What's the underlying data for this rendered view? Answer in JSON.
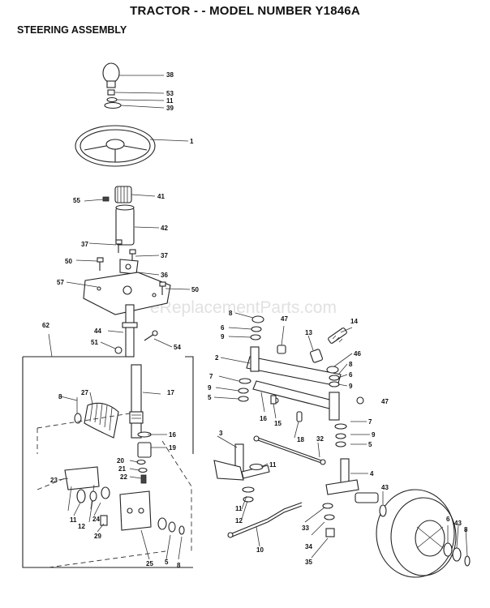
{
  "title": "TRACTOR - - MODEL NUMBER Y1846A",
  "section": "STEERING ASSEMBLY",
  "watermark": "eReplacementParts.com",
  "callouts": [
    {
      "id": "38",
      "label": "38"
    },
    {
      "id": "53",
      "label": "53"
    },
    {
      "id": "11a",
      "label": "11"
    },
    {
      "id": "39",
      "label": "39"
    },
    {
      "id": "1",
      "label": "1"
    },
    {
      "id": "55",
      "label": "55"
    },
    {
      "id": "41",
      "label": "41"
    },
    {
      "id": "42",
      "label": "42"
    },
    {
      "id": "37a",
      "label": "37"
    },
    {
      "id": "37b",
      "label": "37"
    },
    {
      "id": "50a",
      "label": "50"
    },
    {
      "id": "36",
      "label": "36"
    },
    {
      "id": "57",
      "label": "57"
    },
    {
      "id": "50b",
      "label": "50"
    },
    {
      "id": "62",
      "label": "62"
    },
    {
      "id": "44",
      "label": "44"
    },
    {
      "id": "51",
      "label": "51"
    },
    {
      "id": "54",
      "label": "54"
    },
    {
      "id": "8a",
      "label": "8"
    },
    {
      "id": "6a",
      "label": "6"
    },
    {
      "id": "9a",
      "label": "9"
    },
    {
      "id": "47a",
      "label": "47"
    },
    {
      "id": "13",
      "label": "13"
    },
    {
      "id": "14",
      "label": "14"
    },
    {
      "id": "2",
      "label": "2"
    },
    {
      "id": "46",
      "label": "46"
    },
    {
      "id": "8b",
      "label": "8"
    },
    {
      "id": "6b",
      "label": "6"
    },
    {
      "id": "9b",
      "label": "9"
    },
    {
      "id": "7a",
      "label": "7"
    },
    {
      "id": "9c",
      "label": "9"
    },
    {
      "id": "5a",
      "label": "5"
    },
    {
      "id": "47b",
      "label": "47"
    },
    {
      "id": "16a",
      "label": "16"
    },
    {
      "id": "15",
      "label": "15"
    },
    {
      "id": "17",
      "label": "17"
    },
    {
      "id": "27",
      "label": "27"
    },
    {
      "id": "8c",
      "label": "8"
    },
    {
      "id": "18a",
      "label": "18"
    },
    {
      "id": "19",
      "label": "19"
    },
    {
      "id": "16b",
      "label": "16"
    },
    {
      "id": "7b",
      "label": "7"
    },
    {
      "id": "9d",
      "label": "9"
    },
    {
      "id": "5b",
      "label": "5"
    },
    {
      "id": "3",
      "label": "3"
    },
    {
      "id": "32",
      "label": "32"
    },
    {
      "id": "20",
      "label": "20"
    },
    {
      "id": "21",
      "label": "21"
    },
    {
      "id": "22",
      "label": "22"
    },
    {
      "id": "11b",
      "label": "11"
    },
    {
      "id": "4",
      "label": "4"
    },
    {
      "id": "23",
      "label": "23"
    },
    {
      "id": "43a",
      "label": "43"
    },
    {
      "id": "11c",
      "label": "11"
    },
    {
      "id": "11d",
      "label": "11"
    },
    {
      "id": "24",
      "label": "24"
    },
    {
      "id": "12a",
      "label": "12"
    },
    {
      "id": "12b",
      "label": "12"
    },
    {
      "id": "29",
      "label": "29"
    },
    {
      "id": "33",
      "label": "33"
    },
    {
      "id": "6c",
      "label": "6"
    },
    {
      "id": "43b",
      "label": "43"
    },
    {
      "id": "8d",
      "label": "8"
    },
    {
      "id": "10",
      "label": "10"
    },
    {
      "id": "34",
      "label": "34"
    },
    {
      "id": "25",
      "label": "25"
    },
    {
      "id": "5c",
      "label": "5"
    },
    {
      "id": "8e",
      "label": "8"
    },
    {
      "id": "35",
      "label": "35"
    }
  ]
}
